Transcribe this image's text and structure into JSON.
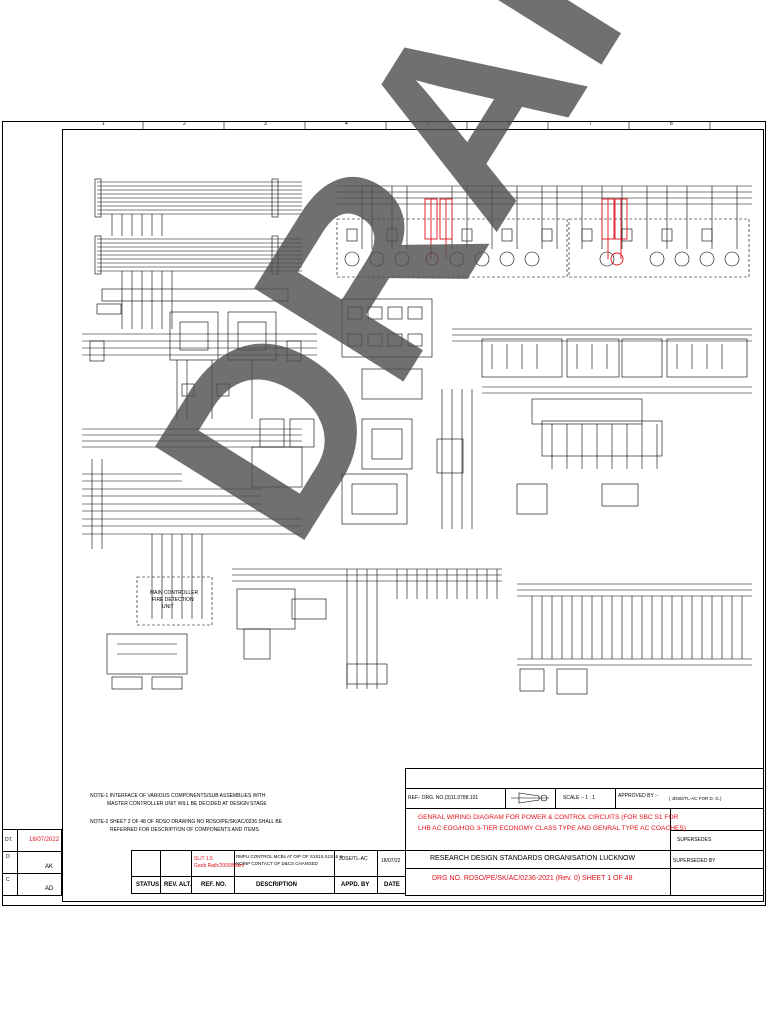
{
  "watermark": "DRAFT",
  "grid_cols": [
    "1",
    "2",
    "3",
    "4",
    "5",
    "6",
    "7",
    "8"
  ],
  "notes": {
    "note1_line1": "NOTE-1 INTERFACE OF VARIOUS COMPONENTS/SUB ASSEMBLIES WITH",
    "note1_line2": "MASTER CONTROLLER UNIT WILL  BE DECIDED AT DESIGN STAGE",
    "note2_line1": "NOTE-2  SHEET 2 OF 48 OF RDSO DRAWING NO RDSO/PE/SK/AC/0236 SHALL BE",
    "note2_line2": "REFERRED FOR DESCRIPTION   OF COMPONENTS AND ITEMS"
  },
  "left_rev": {
    "dt_label": "DT.",
    "dt_value": "18/07/2022",
    "d_label": "D",
    "d_value": "AK",
    "c_label": "C",
    "c_value": "AD"
  },
  "revision_table": {
    "headers": [
      "STATUS",
      "REV. ALT.",
      "REF. NO.",
      "DESCRIPTION",
      "APPD. BY",
      "DATE"
    ],
    "row": {
      "ref_no_line1": "SL/T 1.5",
      "ref_no_line2": "Garib Rath/2009/Mainl",
      "desc_line1": "RMPU CONTROL MCBs AT O/P OF S1S15,S1S16 &",
      "desc_line2": "NO/NP CONTACT OF D&CS CHANGED",
      "appd_by": "JDSE/TL-AC",
      "date": "18/07/22"
    }
  },
  "title_block": {
    "ref_drg": "REF.- DRG. NO.(3)11.0788.101",
    "scale": "SCALE :- 1 : 1",
    "approved_by": "APPROVED BY :-",
    "approver": "( JDSE/TL-AC FOR D. G.)",
    "title_line1": "GENRAL WIRING DIAGRAM FOR POWER & CONTROL CIRCUITS (FOR SBC S1 FOR",
    "title_line2": "LHB AC EOG/HOG 3-TIER ECONOMY CLASS TYPE AND GENRAL TYPE AC COACHES)",
    "supersedes": "SUPERSEDES",
    "superseded_by": "SUPERSEDED BY",
    "org": "RESEARCH DESIGN STANDARDS ORGANISATION LUCKNOW",
    "drg_no": "DRG NO. RDSO/PE/SK/AC/0236-2021 (Rev. 0)  SHEET 1 OF 48"
  },
  "schematic_labels": {
    "controller_line1": "MAIN CONTROLLER",
    "controller_line2": "FIRE DETECTION",
    "controller_line3": "UNIT"
  }
}
